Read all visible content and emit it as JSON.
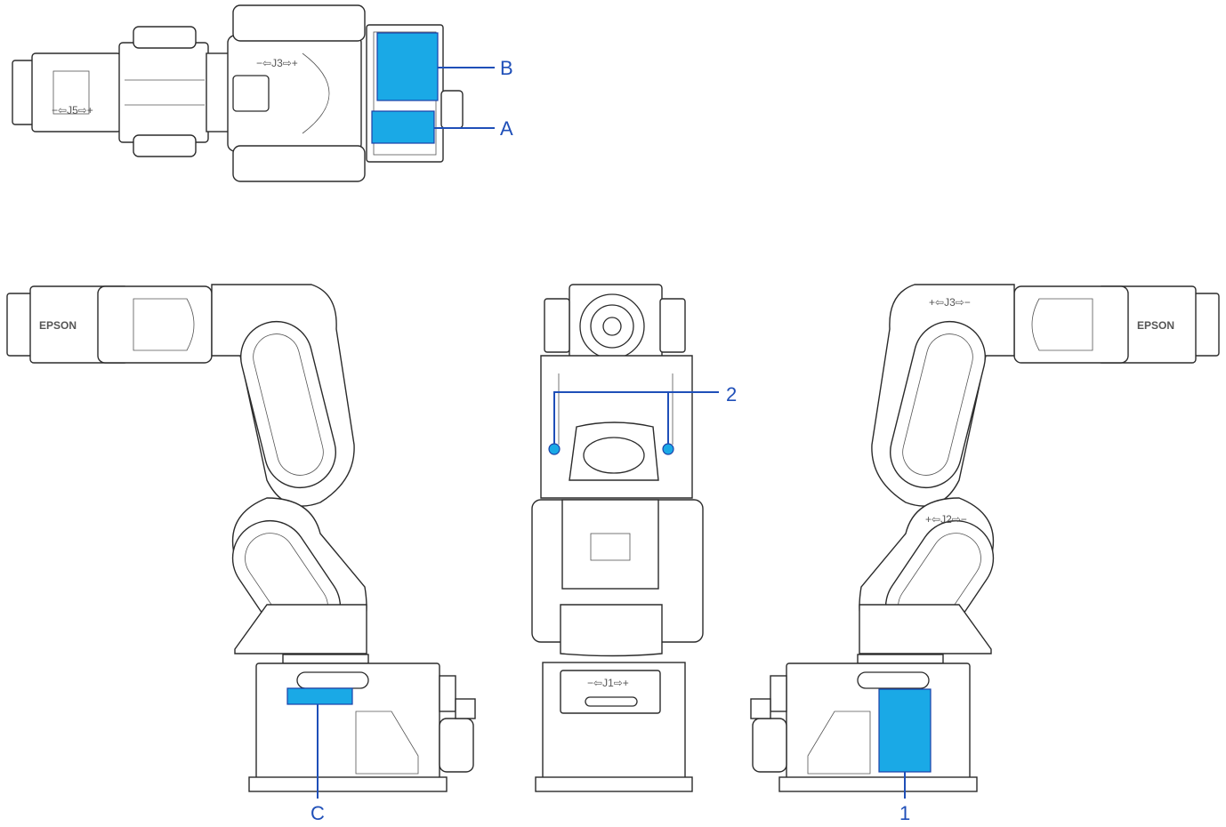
{
  "callouts": {
    "a": "A",
    "b": "B",
    "c": "C",
    "one": "1",
    "two": "2"
  },
  "engravings": {
    "brand_left": "EPSON",
    "brand_right": "EPSON",
    "joint_j1": "−⇦J1⇨+",
    "joint_j2": "+⇦J2⇨−",
    "joint_j3_side": "+⇦J3⇨−",
    "joint_j3_top": "−⇦J3⇨+",
    "joint_j5": "−⇦J5⇨+"
  },
  "colors": {
    "label_fill": "#1aa9e6",
    "callout": "#1f4fb8"
  }
}
